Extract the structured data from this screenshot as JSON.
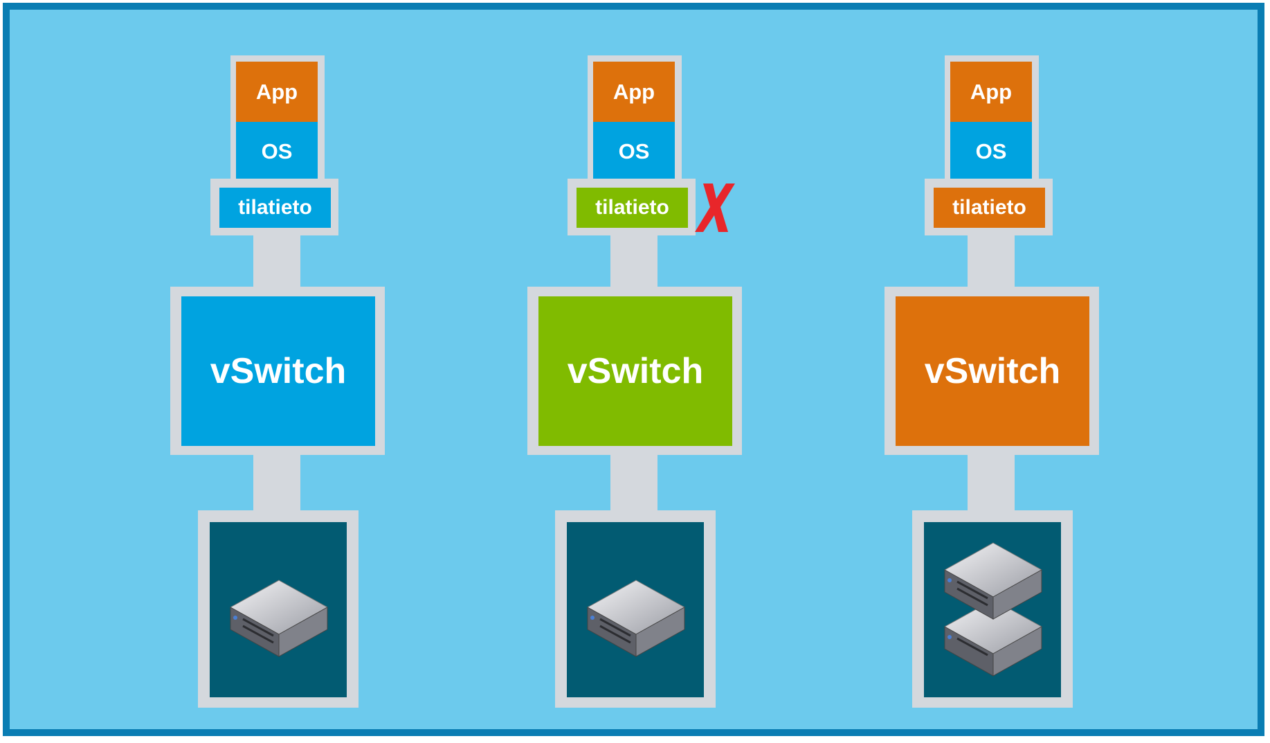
{
  "stacks": [
    {
      "app_label": "App",
      "os_label": "OS",
      "state_label": "tilatieto",
      "vswitch_label": "vSwitch",
      "state_color": "#00a3e0",
      "vswitch_color": "#00a3e0",
      "servers": 1
    },
    {
      "app_label": "App",
      "os_label": "OS",
      "state_label": "tilatieto",
      "vswitch_label": "vSwitch",
      "state_color": "#80bb00",
      "vswitch_color": "#80bb00",
      "servers": 1,
      "state_marker": "X",
      "state_marker_color": "#e8262a"
    },
    {
      "app_label": "App",
      "os_label": "OS",
      "state_label": "tilatieto",
      "vswitch_label": "vSwitch",
      "state_color": "#dd710c",
      "vswitch_color": "#dd710c",
      "servers": 2
    }
  ],
  "colors": {
    "background": "#6ccaed",
    "border": "#0a7db3",
    "frame": "#d4d8dd",
    "app": "#dd710c",
    "os": "#00a3e0",
    "host": "#025b72"
  },
  "icons": {
    "server": "server-icon",
    "marker": "x-mark-icon"
  }
}
